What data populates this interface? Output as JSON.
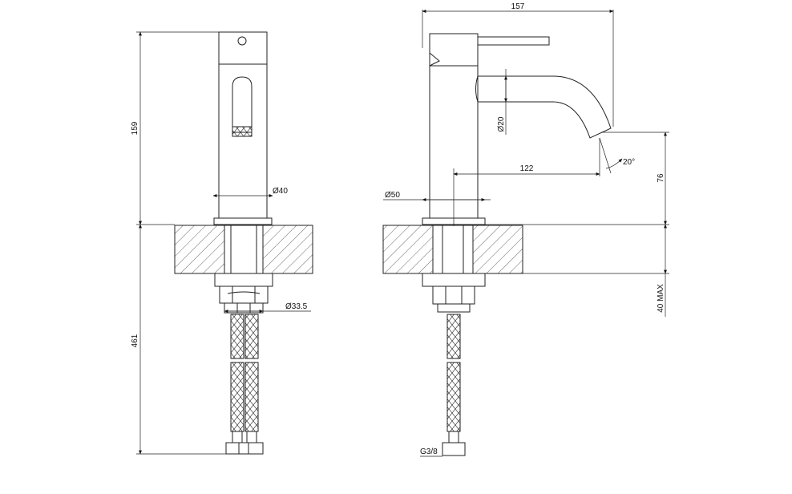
{
  "dimensions": {
    "overall_width": "157",
    "height_above_deck": "159",
    "length_below_deck": "461",
    "spout_projection": "122",
    "outlet_height": "76",
    "deck_thickness_max": "40 MAX",
    "body_diameter_front": "40",
    "base_diameter_side": "50",
    "spout_diameter": "20",
    "shank_diameter": "33.5",
    "connection_thread": "G3/8",
    "outlet_angle": "20°"
  },
  "symbols": {
    "diameter": "Ø"
  }
}
